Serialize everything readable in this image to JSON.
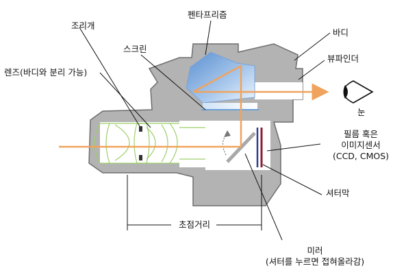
{
  "labels": {
    "aperture": "조리개",
    "pentaprism": "펜타프리즘",
    "screen": "스크린",
    "body": "바디",
    "viewfinder": "뷰파인더",
    "lens": "렌즈(바디와 분리 가능)",
    "eye": "눈",
    "sensor_line1": "필름 혹은",
    "sensor_line2": "이미지센서",
    "sensor_line3": "(CCD, CMOS)",
    "shutter": "셔터막",
    "focal_length": "초점거리",
    "mirror_line1": "미러",
    "mirror_line2": "(셔터를 누르면 접혀올라감)"
  },
  "colors": {
    "body_fill": "#b3b3b3",
    "body_stroke": "#6d6d6d",
    "light_ray": "#f0a35c",
    "lens_outline": "#9ccf6a",
    "prism_blue": "#6b9fd6",
    "shutter_red": "#8e1b33",
    "sensor_blue": "#2a3f8f"
  }
}
